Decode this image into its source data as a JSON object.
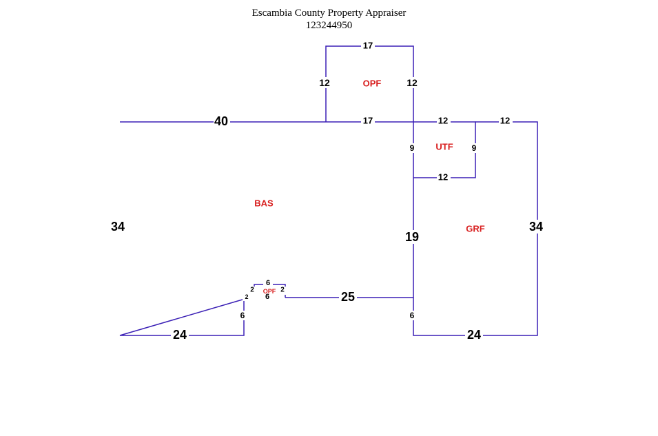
{
  "header": {
    "title": "Escambia County Property Appraiser",
    "parcel_id": "123244950"
  },
  "colors": {
    "outline": "#3a1fb5",
    "area_label": "#d81e1e",
    "dimension_label": "#000000"
  },
  "areas": {
    "bas": "BAS",
    "opf_top": "OPF",
    "utf": "UTF",
    "grf": "GRF",
    "opf_small": "OPF"
  },
  "dimensions": {
    "opf_top_width": "17",
    "opf_top_left": "12",
    "opf_top_right": "12",
    "bas_top": "40",
    "opf_top_base": "17",
    "utf_top": "12",
    "grf_top_right": "12",
    "utf_left": "9",
    "utf_right": "9",
    "utf_bottom": "12",
    "bas_left": "34",
    "grf_right": "34",
    "bas_right": "19",
    "opf_small_top": "6",
    "opf_small_left": "2",
    "opf_small_right": "2",
    "opf_small_bottom": "6",
    "stoop_side": "2",
    "bas_inner_bottom": "25",
    "step_down": "6",
    "grf_left_lower": "6",
    "bas_bottom": "24",
    "grf_bottom": "24"
  }
}
